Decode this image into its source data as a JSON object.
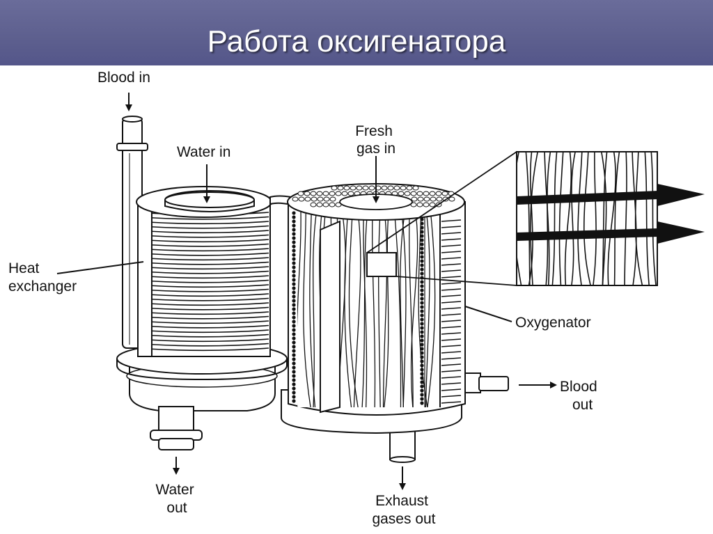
{
  "slide": {
    "title": "Работа оксигенатора"
  },
  "labels": {
    "blood_in": "Blood in",
    "water_in": "Water in",
    "fresh_gas_in": [
      "Fresh",
      "gas in"
    ],
    "heat_exchanger": [
      "Heat",
      "exchanger"
    ],
    "oxygenator": "Oxygenator",
    "blood_out": [
      "Blood",
      "out"
    ],
    "water_out": [
      "Water",
      "out"
    ],
    "exhaust_gases_out": [
      "Exhaust",
      "gases out"
    ]
  },
  "colors": {
    "title_bar": "#5d5f8e",
    "title_text": "#ffffff",
    "ink": "#111111"
  }
}
